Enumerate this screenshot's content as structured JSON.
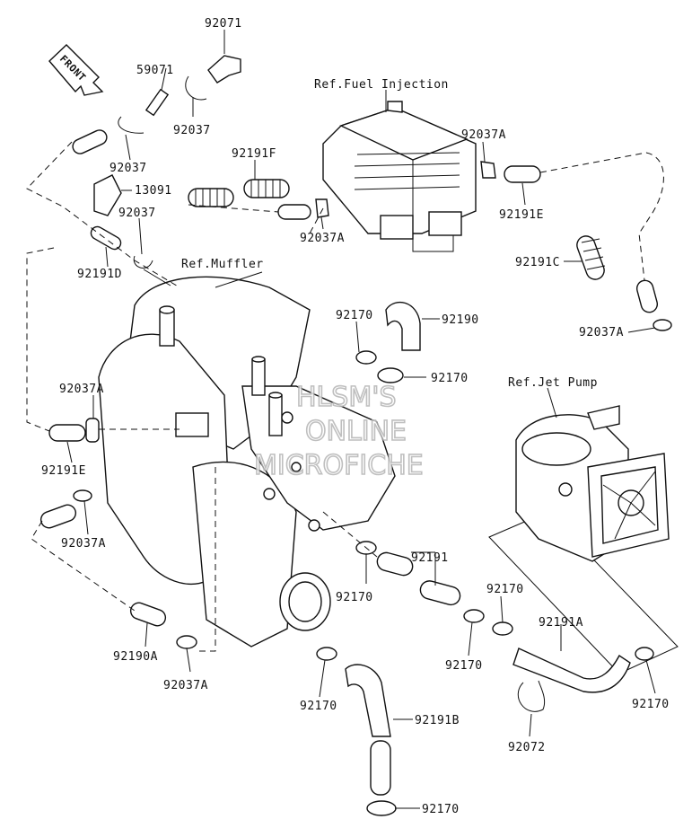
{
  "front_badge": "FRONT",
  "refs": {
    "fuel_injection": "Ref.Fuel Injection",
    "muffler": "Ref.Muffler",
    "jet_pump": "Ref.Jet Pump"
  },
  "watermark": [
    "HLSM'S",
    "ONLINE",
    "MICROFICHE"
  ],
  "part_labels": [
    "92071",
    "59071",
    "92037",
    "92037",
    "13091",
    "92037",
    "92191D",
    "92191F",
    "92037A",
    "92037A",
    "92191E",
    "92191C",
    "92037A",
    "92170",
    "92190",
    "92170",
    "92037A",
    "92191E",
    "92037A",
    "92190A",
    "92037A",
    "92191",
    "92170",
    "92170",
    "92191A",
    "92170",
    "92170",
    "92170",
    "92191B",
    "92072",
    "92170"
  ]
}
